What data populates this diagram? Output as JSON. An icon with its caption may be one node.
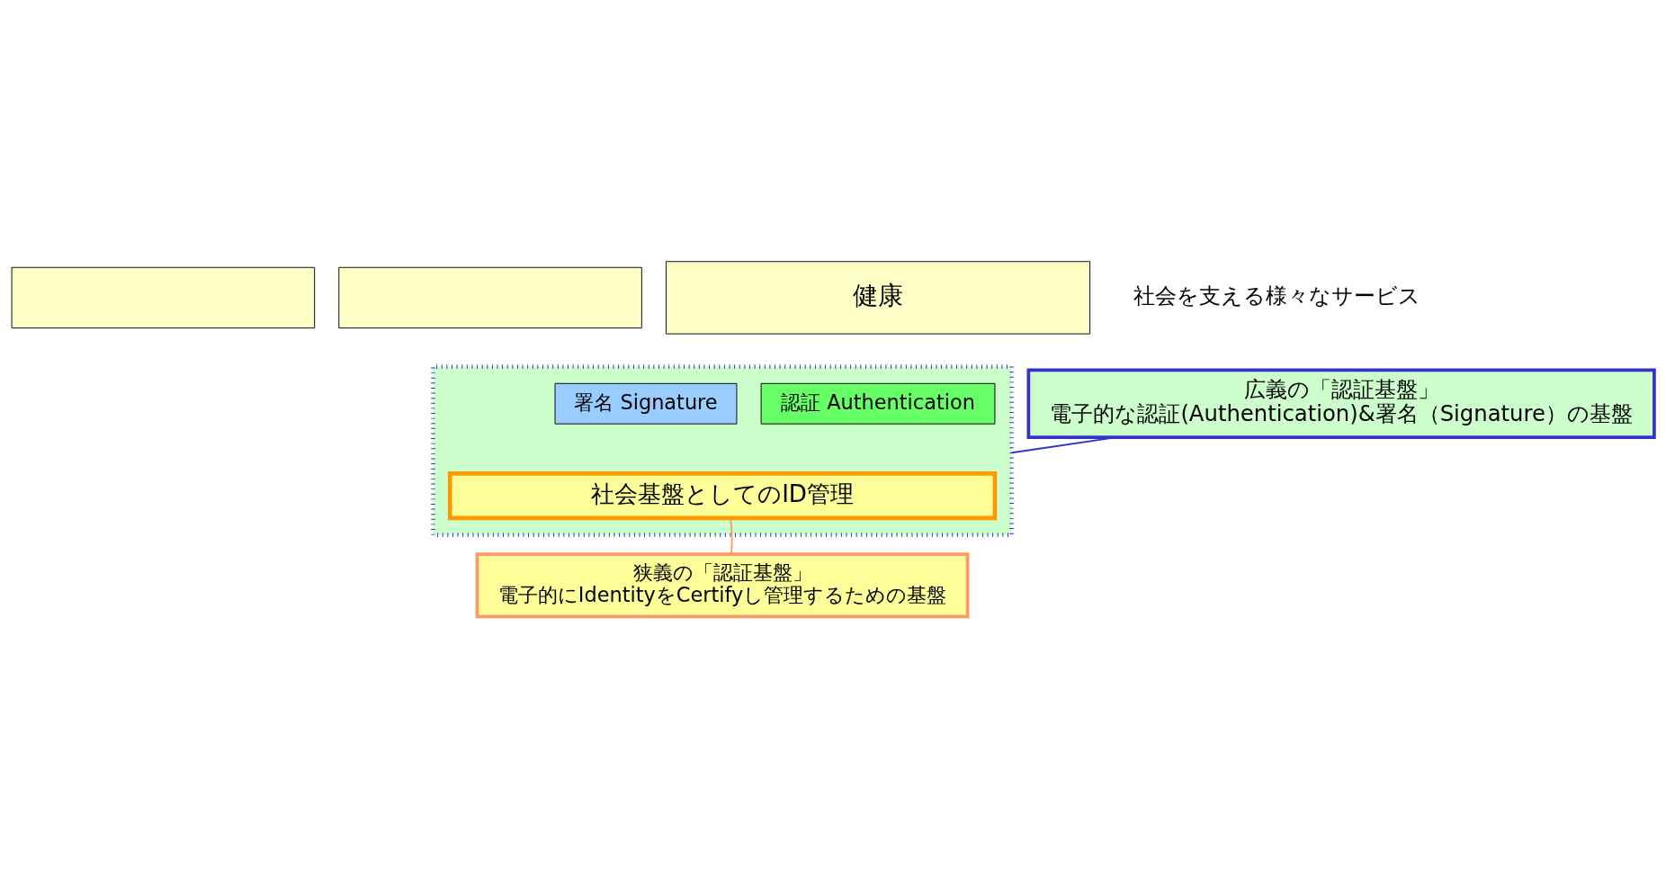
{
  "diagram": {
    "nodes": [
      {
        "text": [],
        "shape": "box"
      },
      {
        "text": [],
        "shape": "box"
      },
      {
        "text": [
          "健康"
        ]
      },
      {
        "text": [],
        "shape": "box"
      },
      {
        "text": [
          "認証 Authentication"
        ],
        "in": 3
      },
      {
        "text": [
          "署名 Signature"
        ],
        "in": 3
      },
      {
        "text": [
          "社会基盤としてのID管理"
        ],
        "in": 3
      },
      {
        "text": [
          "広義の「認証基盤」",
          "電子的な認証(Authentication)&署名（Signature）の基盤"
        ]
      },
      {
        "text": [
          "狭義の「認証基盤」",
          "電子的にIdentityをCertifyし管理するための基盤"
        ]
      }
    ],
    "edges": [
      {
        "from": 7,
        "to": 3,
        "arrow": "none",
        "color": "#3333cc"
      },
      {
        "from": 8,
        "to": 6,
        "arrow": "none",
        "color": "#ff9966"
      }
    ],
    "labels": [
      "社会を支える様々なサービス"
    ]
  }
}
